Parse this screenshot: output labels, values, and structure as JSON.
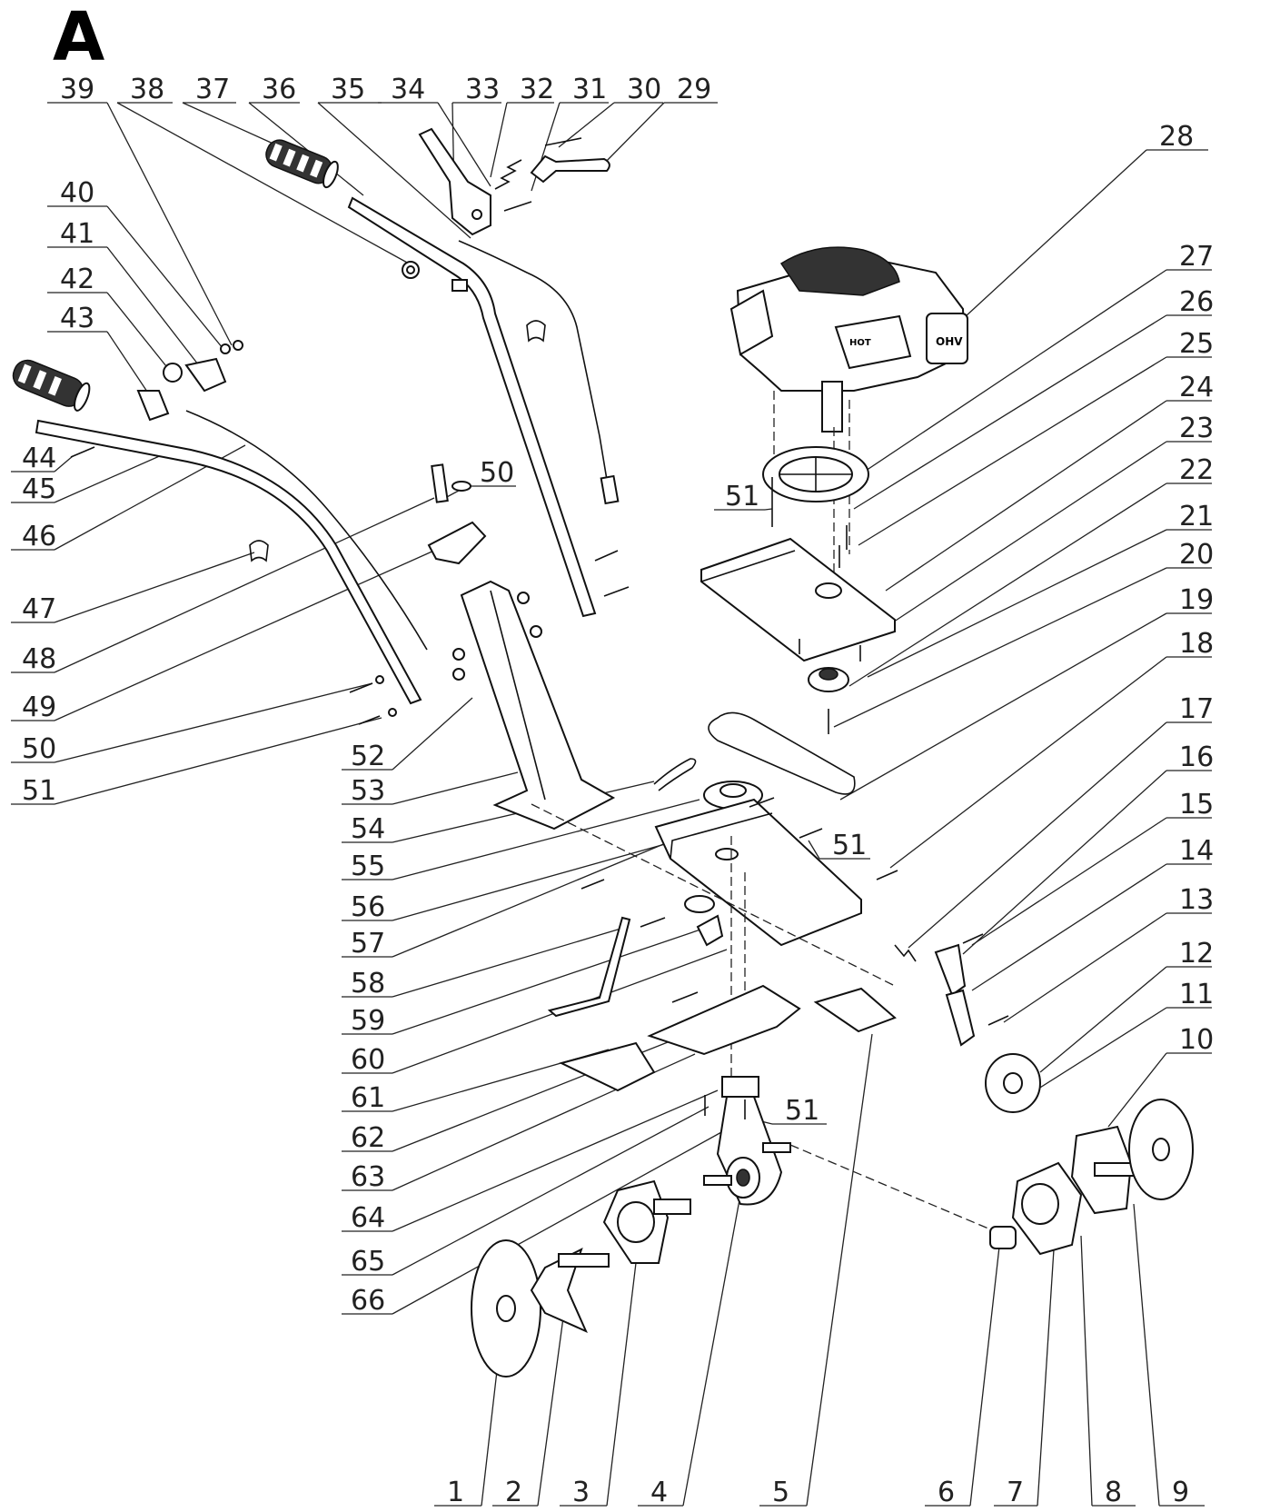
{
  "diagram": {
    "title": "A",
    "callouts": [
      "1",
      "2",
      "3",
      "4",
      "5",
      "6",
      "7",
      "8",
      "9",
      "10",
      "11",
      "12",
      "13",
      "14",
      "15",
      "16",
      "17",
      "18",
      "19",
      "20",
      "21",
      "22",
      "23",
      "24",
      "25",
      "26",
      "27",
      "28",
      "29",
      "30",
      "31",
      "32",
      "33",
      "34",
      "35",
      "36",
      "37",
      "38",
      "39",
      "40",
      "41",
      "42",
      "43",
      "44",
      "45",
      "46",
      "47",
      "48",
      "49",
      "50",
      "51",
      "52",
      "53",
      "54",
      "55",
      "56",
      "57",
      "58",
      "59",
      "60",
      "61",
      "62",
      "63",
      "64",
      "65",
      "66",
      "50",
      "51",
      "51",
      "51"
    ],
    "engine_labels": {
      "hot": "HOT",
      "brand": "OHV"
    }
  }
}
